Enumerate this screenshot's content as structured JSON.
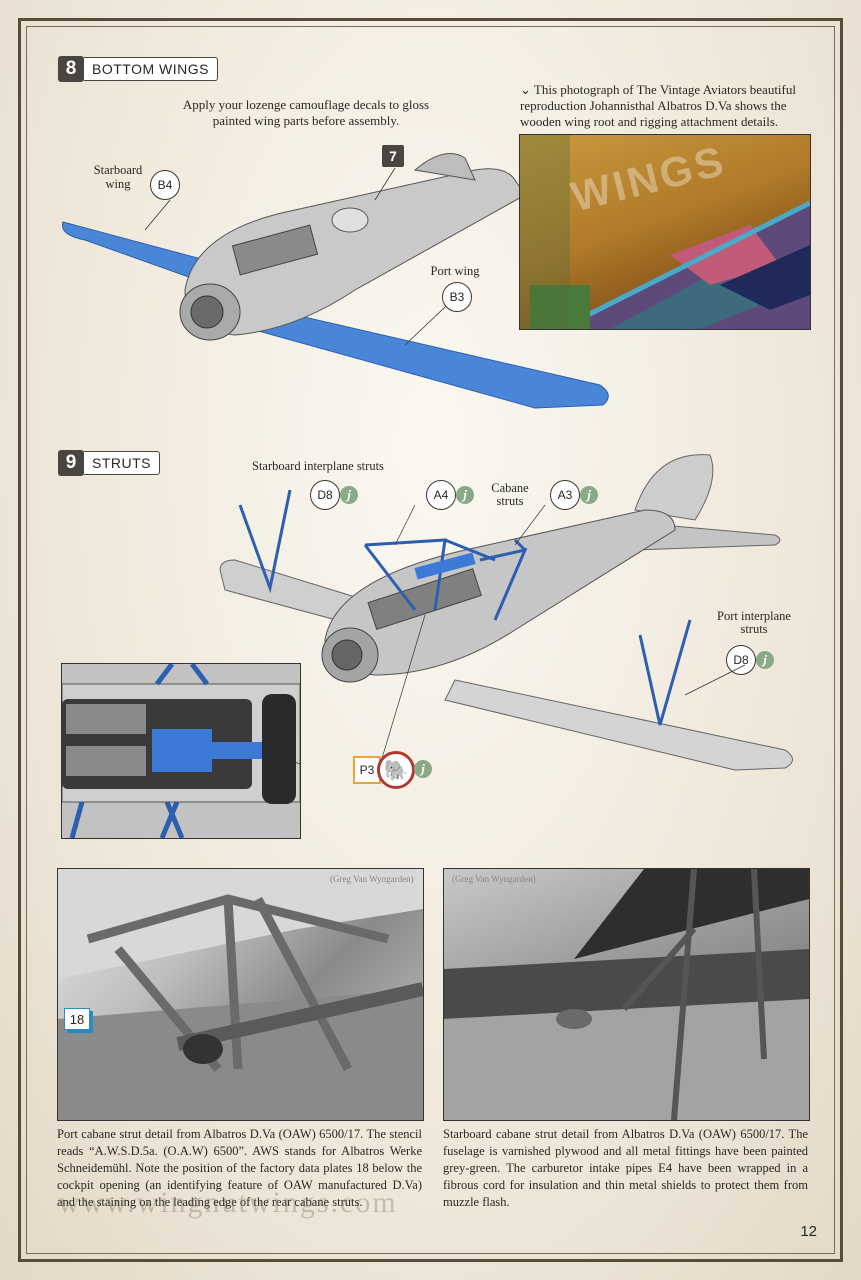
{
  "step8": {
    "number": "8",
    "title": "BOTTOM WINGS"
  },
  "step8_instruction": "Apply your lozenge camouflage decals to gloss painted wing parts before assembly.",
  "step8_badge": "7",
  "starboard_wing_label": "Starboard wing",
  "starboard_wing_part": "B4",
  "port_wing_label": "Port wing",
  "port_wing_part": "B3",
  "photo_note": "This photograph of The Vintage Aviators beautiful reproduction Johannisthal Albatros D.Va shows the wooden wing root and rigging attachment details.",
  "photo_sign_text": "WINGS",
  "step9": {
    "number": "9",
    "title": "STRUTS"
  },
  "starboard_interplane_label": "Starboard interplane struts",
  "cabane_label": "Cabane struts",
  "port_interplane_label": "Port interplane struts",
  "parts": {
    "d8_a": "D8",
    "a4": "A4",
    "a3": "A3",
    "d8_b": "D8",
    "p3": "P3"
  },
  "glue_mark": "j",
  "credit1": "(Greg Van Wyngarden)",
  "credit2": "(Greg Van Wyngarden)",
  "plate_number": "18",
  "caption1": "Port cabane strut detail from Albatros D.Va (OAW) 6500/17. The stencil reads “A.W.S.D.5a. (O.A.W) 6500”. AWS stands for Albatros Werke Schneidemühl. Note the position of the factory data plates 18 below the cockpit opening (an identifying feature of OAW manufactured D.Va) and the staining on the leading edge of the rear cabane struts.",
  "caption2": "Starboard cabane strut detail from Albatros D.Va (OAW) 6500/17. The fuselage is varnished plywood and all metal fittings have been painted grey-green. The carburetor intake pipes E4 have been wrapped in a fibrous cord for insulation and thin metal shields to protect them from muzzle flash.",
  "watermark": "www.wingnutwings.com",
  "page_number": "12",
  "colors": {
    "wing_blue": "#4a86d8",
    "strut_blue": "#2d5fb0",
    "glue_green": "#8aa986",
    "frame": "#5a4a3a"
  }
}
